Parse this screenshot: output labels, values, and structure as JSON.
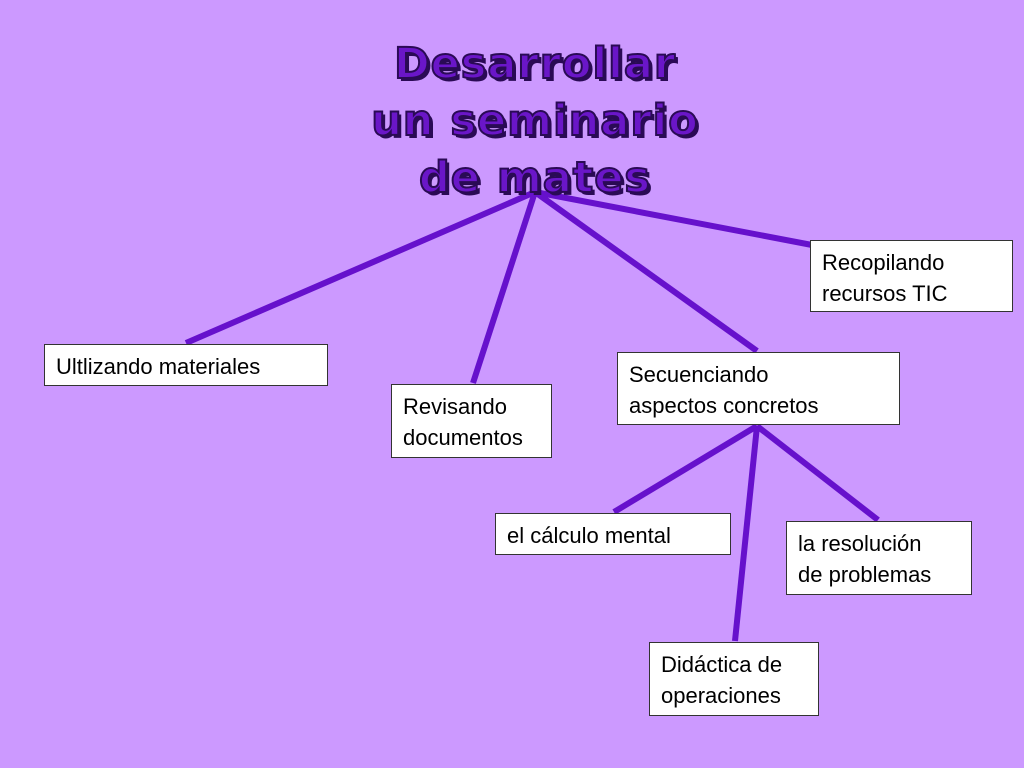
{
  "colors": {
    "background": "#cc99ff",
    "title_fill": "#6a16c8",
    "connector": "#6611cc"
  },
  "title": {
    "lines": [
      "Desarrollar",
      "un seminario",
      "de mates"
    ]
  },
  "nodes": {
    "recursos": {
      "lines": [
        "Recopilando",
        "recursos TIC"
      ]
    },
    "materiales": {
      "lines": [
        "Ultlizando materiales"
      ]
    },
    "documentos": {
      "lines": [
        "Revisando",
        "documentos"
      ]
    },
    "secuenciando": {
      "lines": [
        "Secuenciando",
        "aspectos concretos"
      ]
    },
    "calculo": {
      "lines": [
        "el cálculo mental"
      ]
    },
    "resolucion": {
      "lines": [
        "la resolución",
        "de problemas"
      ]
    },
    "didactica": {
      "lines": [
        "Didáctica de",
        "operaciones"
      ]
    }
  },
  "edges": [
    [
      "title",
      "recursos"
    ],
    [
      "title",
      "materiales"
    ],
    [
      "title",
      "documentos"
    ],
    [
      "title",
      "secuenciando"
    ],
    [
      "secuenciando",
      "calculo"
    ],
    [
      "secuenciando",
      "resolucion"
    ],
    [
      "secuenciando",
      "didactica"
    ]
  ]
}
